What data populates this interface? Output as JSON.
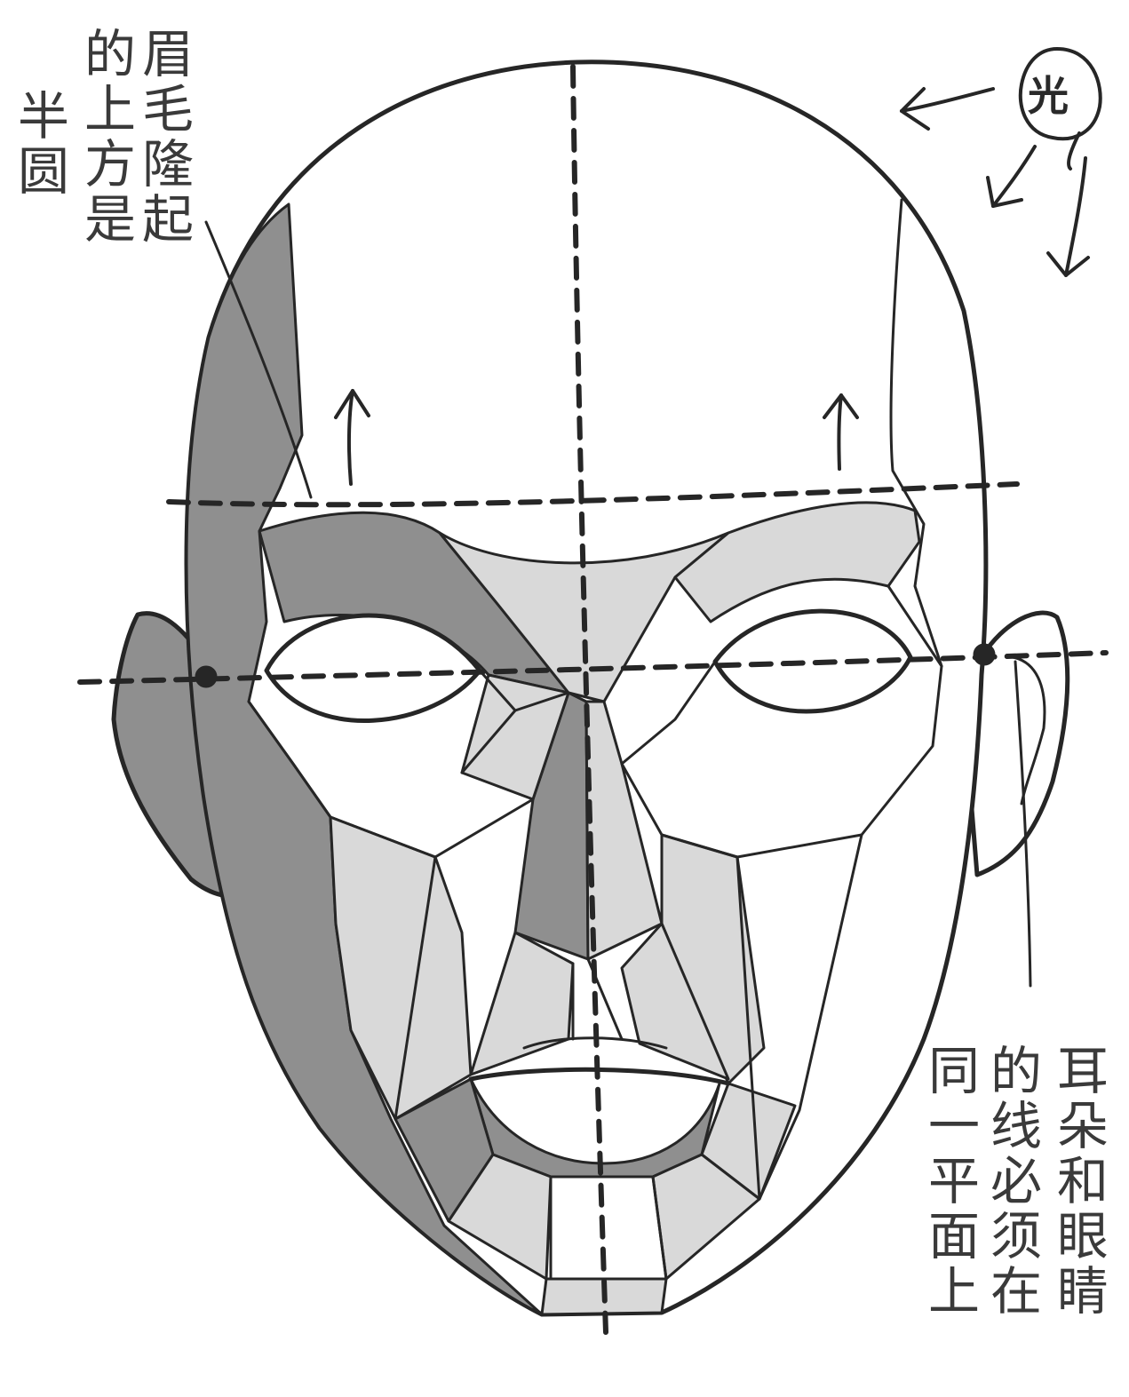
{
  "light_source": {
    "label": "光"
  },
  "annotations": {
    "brow": {
      "columns": [
        "眉毛隆起",
        "的上方是",
        "半圆"
      ]
    },
    "ear": {
      "columns": [
        "耳朵和眼睛",
        "的线必须在",
        "同一平面上"
      ]
    }
  },
  "colors": {
    "line": "#262626",
    "shadow_dark": "#8f8f8f",
    "shadow_light": "#d9d9d9",
    "paper": "#ffffff"
  },
  "icons": [
    "light-source-icon",
    "light-ray-arrow-icon",
    "raise-arrow-icon"
  ]
}
